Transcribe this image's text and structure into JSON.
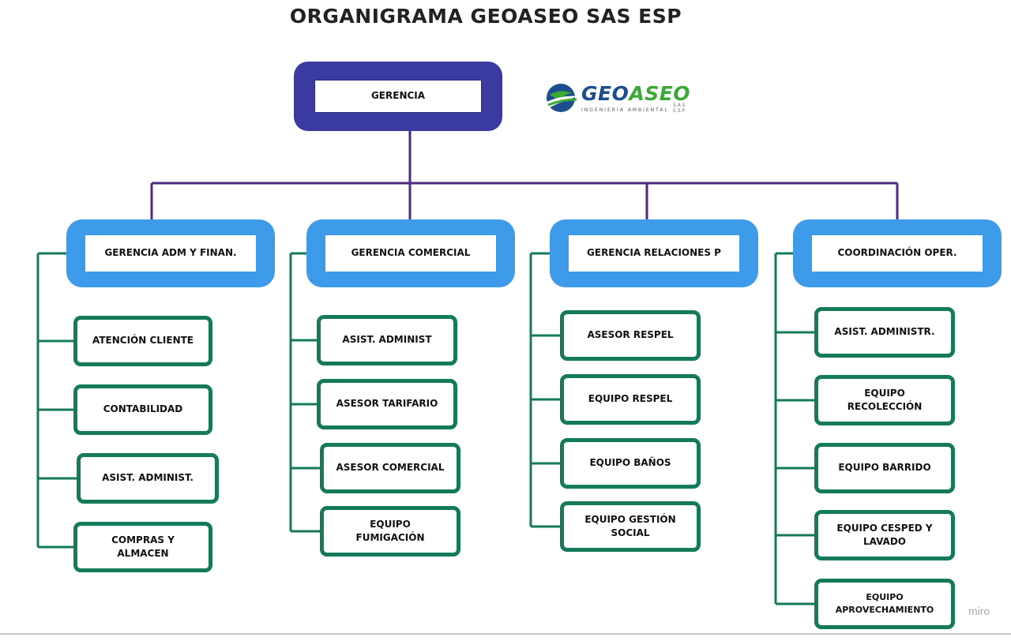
{
  "title": "ORGANIGRAMA GEOASEO SAS ESP",
  "top": {
    "label": "GERENCIA"
  },
  "logo": {
    "icon": "globe-swoosh-icon",
    "part1": "GEO",
    "part2": "ASEO",
    "suffix": "S.A.S E.S.P",
    "tagline": "INGENIERÍA AMBIENTAL",
    "colors": {
      "geo": "#1d4f8f",
      "aseo": "#3aa935"
    }
  },
  "colors": {
    "top_fill": "#3a3aa0",
    "dept_fill": "#3d9be9",
    "sub_border": "#157a5b",
    "trunk_line": "#4b2a7f",
    "branch_line": "#157a5b"
  },
  "departments": [
    {
      "label": "GERENCIA ADM Y FINAN.",
      "children": [
        "ATENCIÓN CLIENTE",
        "CONTABILIDAD",
        "ASIST. ADMINIST.",
        "COMPRAS Y ALMACEN"
      ]
    },
    {
      "label": "GERENCIA COMERCIAL",
      "children": [
        "ASIST. ADMINIST",
        "ASESOR TARIFARIO",
        "ASESOR COMERCIAL",
        "EQUIPO FUMIGACIÓN"
      ]
    },
    {
      "label": "GERENCIA RELACIONES P",
      "children": [
        "ASESOR RESPEL",
        "EQUIPO RESPEL",
        "EQUIPO BAÑOS",
        "EQUIPO GESTIÓN SOCIAL"
      ]
    },
    {
      "label": "COORDINACIÓN OPER.",
      "children": [
        "ASIST. ADMINISTR.",
        "EQUIPO RECOLECCIÓN",
        "EQUIPO BARRIDO",
        "EQUIPO CESPED Y LAVADO",
        "EQUIPO APROVECHAMIENTO"
      ]
    }
  ],
  "watermark": "miro"
}
